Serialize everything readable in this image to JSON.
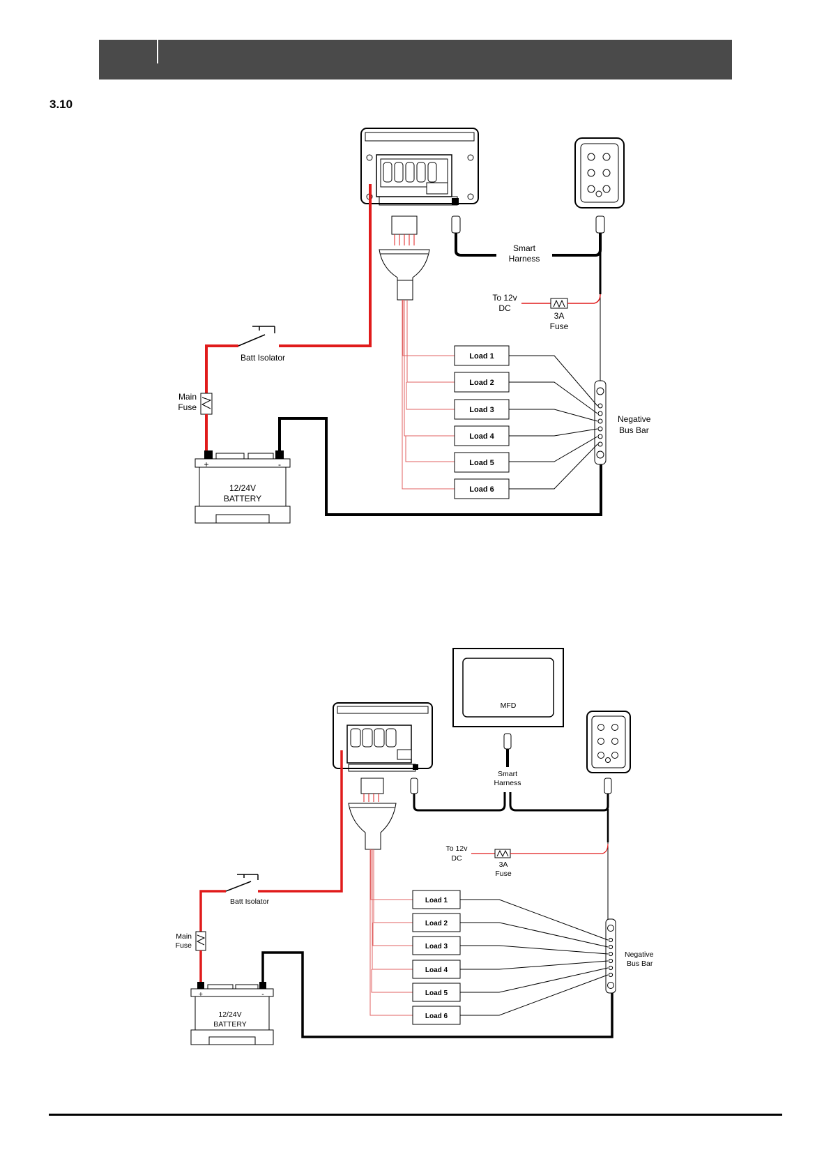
{
  "header": {
    "section_number": "3.10"
  },
  "diagram_1": {
    "smart_harness": "Smart\nHarness",
    "to_dc": "To 12v\nDC",
    "fuse_3a": "3A\nFuse",
    "batt_isolator": "Batt Isolator",
    "main_fuse": "Main\nFuse",
    "battery": "12/24V\nBATTERY",
    "plus": "+",
    "minus": "-",
    "negative_bus_bar": "Negative\nBus Bar",
    "loads": [
      "Load 1",
      "Load 2",
      "Load 3",
      "Load 4",
      "Load 5",
      "Load 6"
    ]
  },
  "diagram_2": {
    "mfd": "MFD",
    "smart_harness": "Smart\nHarness",
    "to_dc": "To 12v\nDC",
    "fuse_3a": "3A\nFuse",
    "batt_isolator": "Batt Isolator",
    "main_fuse": "Main\nFuse",
    "battery": "12/24V\nBATTERY",
    "plus": "+",
    "minus": "-",
    "negative_bus_bar": "Negative\nBus Bar",
    "loads": [
      "Load 1",
      "Load 2",
      "Load 3",
      "Load 4",
      "Load 5",
      "Load 6"
    ]
  },
  "colors": {
    "header": "#4a4a4a",
    "power_wire": "#e01b1b",
    "ground_wire": "#000000"
  }
}
